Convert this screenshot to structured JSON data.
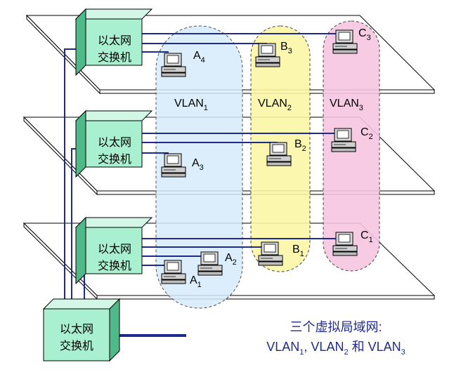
{
  "switch_label_line1": "以太网",
  "switch_label_line2": "交换机",
  "vlans": [
    {
      "prefix": "VLAN",
      "sub": "1",
      "color": "#d6ebfb"
    },
    {
      "prefix": "VLAN",
      "sub": "2",
      "color": "#fbf7a6"
    },
    {
      "prefix": "VLAN",
      "sub": "3",
      "color": "#f7c6e1"
    }
  ],
  "hosts": [
    {
      "id": "A4",
      "letter": "A",
      "sub": "4"
    },
    {
      "id": "B3",
      "letter": "B",
      "sub": "3"
    },
    {
      "id": "C3",
      "letter": "C",
      "sub": "3"
    },
    {
      "id": "A3",
      "letter": "A",
      "sub": "3"
    },
    {
      "id": "B2",
      "letter": "B",
      "sub": "2"
    },
    {
      "id": "C2",
      "letter": "C",
      "sub": "2"
    },
    {
      "id": "A2",
      "letter": "A",
      "sub": "2"
    },
    {
      "id": "A1",
      "letter": "A",
      "sub": "1"
    },
    {
      "id": "B1",
      "letter": "B",
      "sub": "1"
    },
    {
      "id": "C1",
      "letter": "C",
      "sub": "1"
    }
  ],
  "caption": {
    "line1": "三个虚拟局域网:",
    "line2_parts": [
      "VLAN",
      "1",
      ", VLAN",
      "2",
      " 和 VLAN",
      "3"
    ]
  },
  "colors": {
    "switch_face": "#a8f0cf",
    "switch_side": "#4fb98a",
    "switch_top": "#d2f7e6",
    "link": "#1f2a8f",
    "floor_edge": "#000000"
  }
}
